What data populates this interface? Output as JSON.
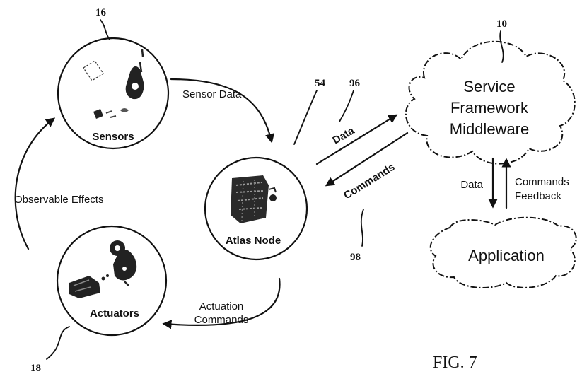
{
  "nodes": {
    "sensors": {
      "label": "Sensors",
      "ref": "16"
    },
    "actuators": {
      "label": "Actuators",
      "ref": "18"
    },
    "atlas": {
      "label": "Atlas Node",
      "ref": "54"
    },
    "middleware": {
      "lines": [
        "Service",
        "Framework",
        "Middleware"
      ],
      "ref": "10"
    },
    "application": {
      "label": "Application"
    }
  },
  "edges": {
    "sensor_data": "Sensor Data",
    "observable_effects": "Observable Effects",
    "actuation_commands": [
      "Actuation",
      "Commands"
    ],
    "data_up": {
      "label": "Data",
      "ref": "96"
    },
    "commands_down": {
      "label": "Commands",
      "ref": "98"
    },
    "data_down": "Data",
    "commands_feedback": [
      "Commands",
      "Feedback"
    ]
  },
  "figure_label": "FIG. 7"
}
